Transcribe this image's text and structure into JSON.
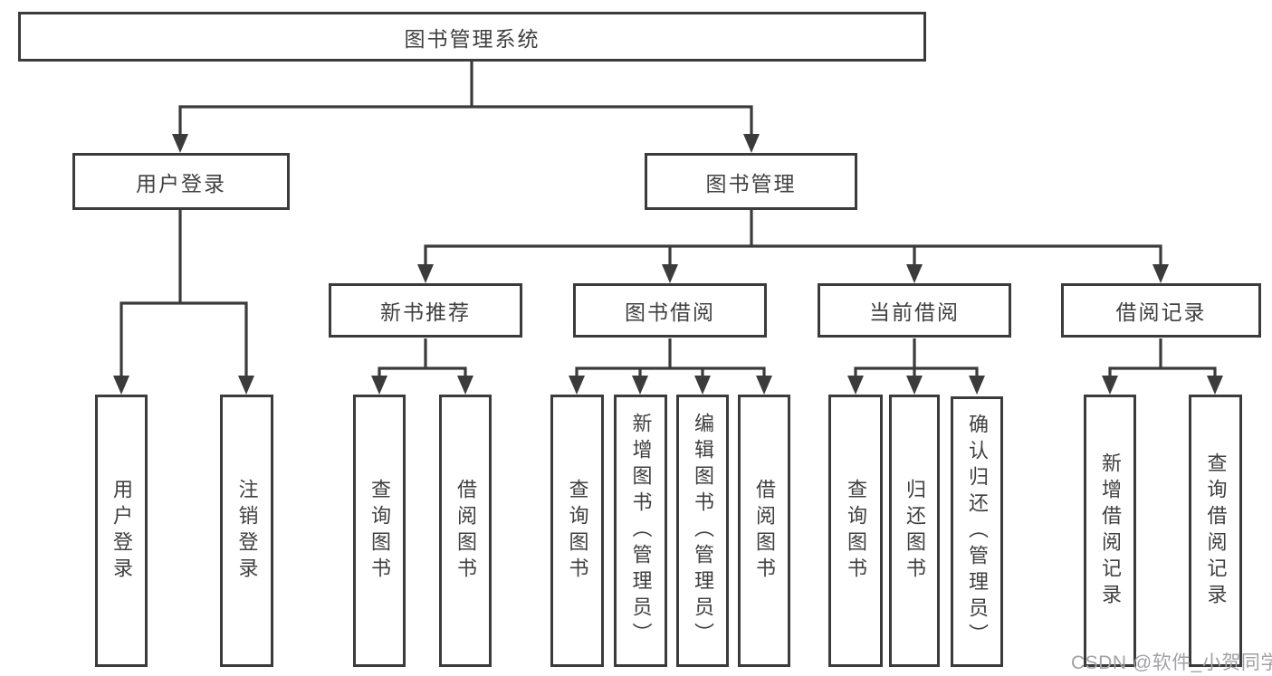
{
  "diagram": {
    "root": {
      "label": "图书管理系统"
    },
    "level2": [
      {
        "label": "用户登录"
      },
      {
        "label": "图书管理"
      }
    ],
    "level3": [
      {
        "label": "新书推荐"
      },
      {
        "label": "图书借阅"
      },
      {
        "label": "当前借阅"
      },
      {
        "label": "借阅记录"
      }
    ],
    "leaves": [
      {
        "label": "用户登录"
      },
      {
        "label": "注销登录"
      },
      {
        "label": "查询图书"
      },
      {
        "label": "借阅图书"
      },
      {
        "label": "查询图书"
      },
      {
        "label": "新增图书（管理员）"
      },
      {
        "label": "编辑图书（管理员）"
      },
      {
        "label": "借阅图书"
      },
      {
        "label": "查询图书"
      },
      {
        "label": "归还图书"
      },
      {
        "label": "确认归还（管理员）"
      },
      {
        "label": "新增借阅记录"
      },
      {
        "label": "查询借阅记录"
      }
    ]
  },
  "watermark": {
    "text": "CSDN @软件_小贺同学"
  },
  "colors": {
    "line": "#3b3b3b",
    "text": "#404040",
    "watermark": "#a2a2a6",
    "background": "#ffffff"
  }
}
